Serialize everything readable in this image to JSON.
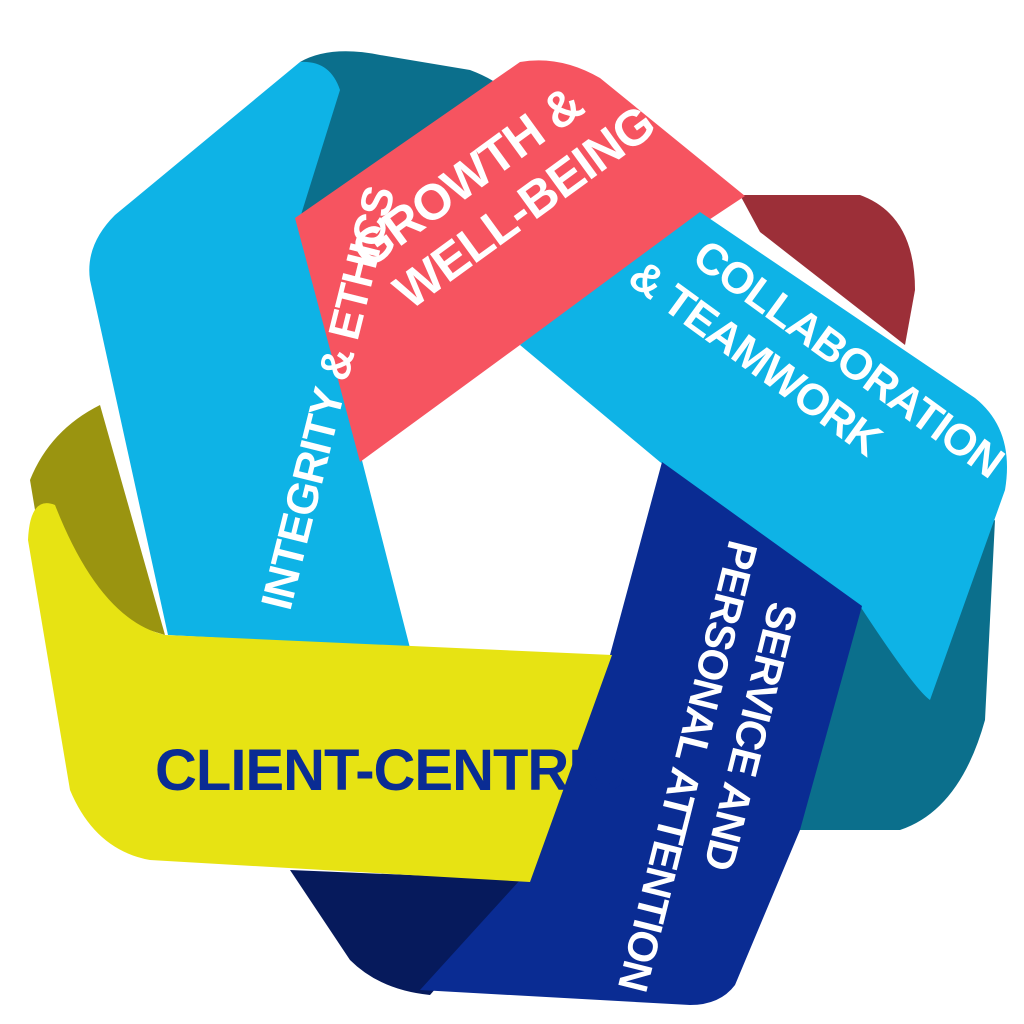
{
  "diagram": {
    "segments": [
      {
        "id": "integrity",
        "lines": [
          "INTEGRITY & ETHICS"
        ],
        "color": "#0eb3e6",
        "fold_color": "#0b6f8c",
        "text_color": "#ffffff"
      },
      {
        "id": "growth",
        "lines": [
          "GROWTH &",
          "WELL-BEING"
        ],
        "color": "#f65460",
        "fold_color": "#9c2f38",
        "text_color": "#ffffff"
      },
      {
        "id": "collaboration",
        "lines": [
          "COLLABORATION",
          "& TEAMWORK"
        ],
        "color": "#0eb3e6",
        "fold_color": "#0b6f8c",
        "text_color": "#ffffff"
      },
      {
        "id": "service",
        "lines": [
          "SERVICE AND",
          "PERSONAL ATTENTION"
        ],
        "color": "#0a2c93",
        "fold_color": "#061a5c",
        "text_color": "#ffffff"
      },
      {
        "id": "client",
        "lines": [
          "CLIENT-CENTRIC"
        ],
        "color": "#e7e313",
        "fold_color": "#9a9410",
        "text_color": "#0a2c93"
      }
    ]
  }
}
